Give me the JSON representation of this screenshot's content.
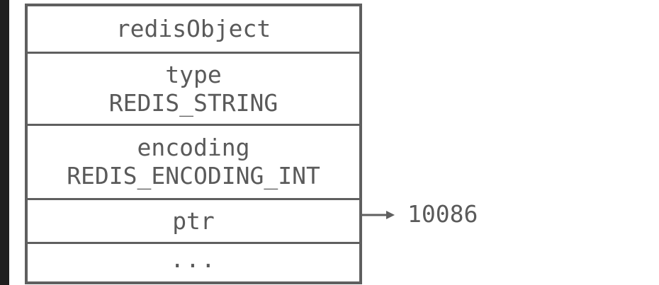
{
  "diagram": {
    "struct": {
      "title": "redisObject",
      "fields": [
        {
          "name": "type",
          "value": "REDIS_STRING"
        },
        {
          "name": "encoding",
          "value": "REDIS_ENCODING_INT"
        },
        {
          "name": "ptr"
        },
        {
          "name": "..."
        }
      ]
    },
    "pointer_target": "10086",
    "colors": {
      "border": "#5f5f5f",
      "text": "#5a5a5a",
      "left_strip": "#1f1f1f",
      "background": "#ffffff"
    }
  }
}
